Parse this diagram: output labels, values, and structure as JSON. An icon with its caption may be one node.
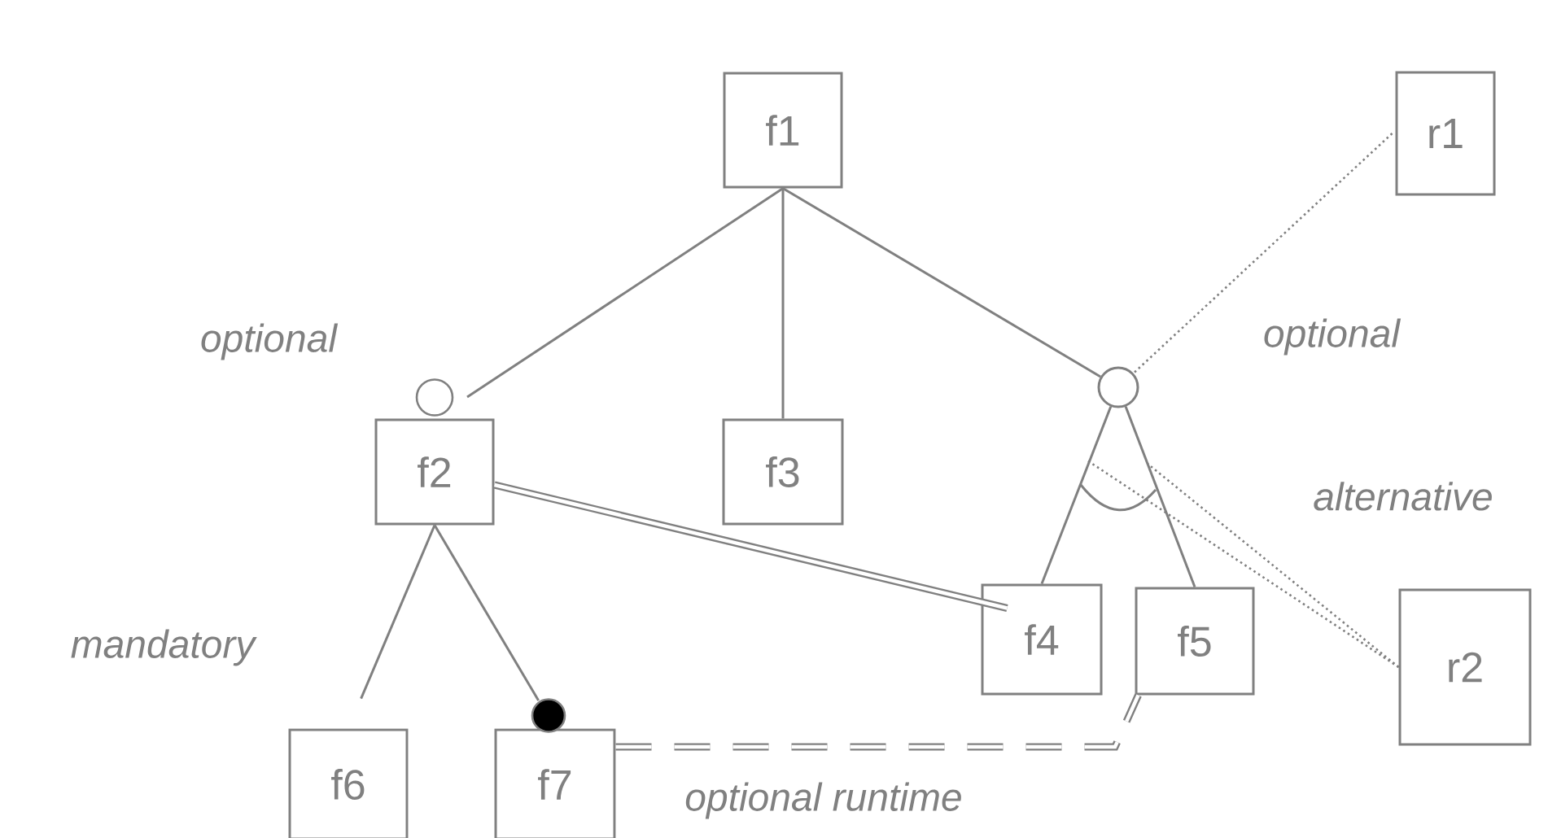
{
  "diagram": {
    "nodes": [
      {
        "text": [
          "f1"
        ]
      },
      {
        "text": [
          "f2"
        ]
      },
      {
        "text": [
          "f3"
        ]
      },
      {
        "text": [
          "f4"
        ]
      },
      {
        "text": [
          "f5"
        ]
      },
      {
        "text": [
          "f6"
        ]
      },
      {
        "text": [
          "f7"
        ]
      },
      {
        "text": [
          "r1"
        ]
      },
      {
        "text": [
          "r2"
        ]
      },
      {
        "text": [],
        "shape": "circle"
      }
    ],
    "edges": [
      {
        "from": 0,
        "to": 1,
        "arrow": "other"
      },
      {
        "from": 0,
        "to": 2,
        "arrow": "none"
      },
      {
        "from": 0,
        "to": 9,
        "arrow": "none"
      },
      {
        "from": 9,
        "to": 3,
        "arrow": "none"
      },
      {
        "from": 9,
        "to": 4,
        "arrow": "none"
      },
      {
        "from": 1,
        "to": 5,
        "arrow": "none"
      },
      {
        "from": 1,
        "to": 6,
        "arrow": "other"
      },
      {
        "from": 1,
        "to": 3,
        "arrow": "none",
        "style": "thick"
      },
      {
        "from": 6,
        "to": 4,
        "arrow": "none",
        "style": "dashed"
      },
      {
        "from": 7,
        "to": 9,
        "arrow": "none",
        "style": "dashed"
      },
      {
        "from": 8,
        "to": null,
        "arrow": "none",
        "style": "dashed"
      },
      {
        "from": 8,
        "to": null,
        "arrow": "none",
        "style": "dashed"
      }
    ],
    "labels": [
      "optional",
      "optional",
      "alternative",
      "mandatory",
      "optional runtime"
    ]
  }
}
